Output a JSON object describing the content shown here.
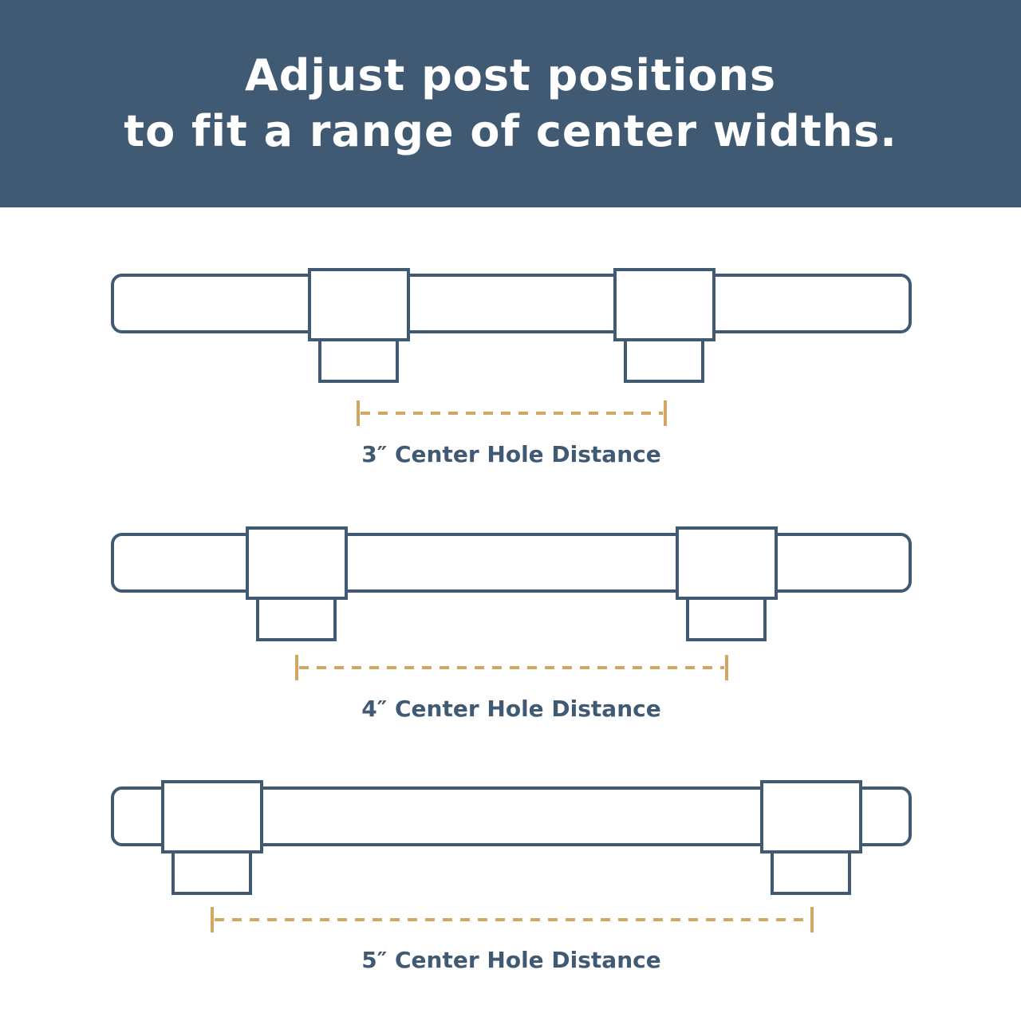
{
  "header": {
    "title_line1": "Adjust post positions",
    "title_line2": "to fit a range of center widths."
  },
  "colors": {
    "banner": "#405a73",
    "outline": "#405a73",
    "measure": "#d4a663",
    "background": "#ffffff"
  },
  "handles": [
    {
      "caption": "3″ Center Hole Distance"
    },
    {
      "caption": "4″ Center Hole Distance"
    },
    {
      "caption": "5″ Center Hole Distance"
    }
  ]
}
